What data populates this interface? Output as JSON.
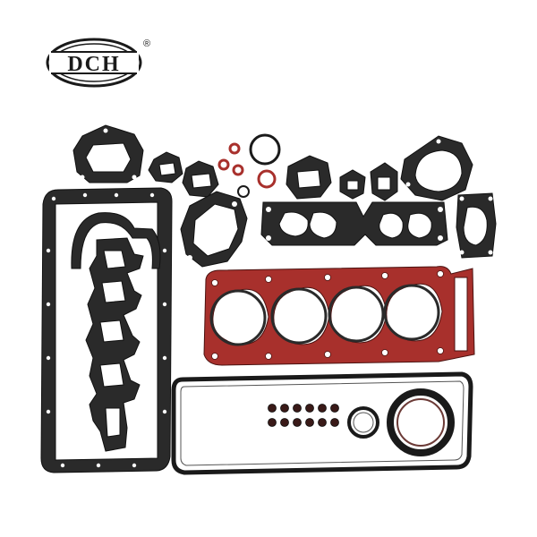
{
  "brand": {
    "logo_text": "DCH",
    "registered_mark": "®"
  },
  "colors": {
    "background": "#ffffff",
    "gasket_dark": "#2a2a2a",
    "head_gasket_red": "#a8302c"
  },
  "image": {
    "subject": "engine-gasket-kit",
    "parts": [
      "oil-pan-gasket",
      "timing-cover-gasket",
      "intake-manifold-gasket",
      "thermostat-gasket",
      "water-pump-gasket",
      "valve-cover-gasket",
      "cylinder-head-gasket",
      "exhaust-manifold-gasket",
      "crankshaft-oil-seal",
      "valve-stem-seals",
      "o-rings"
    ]
  }
}
